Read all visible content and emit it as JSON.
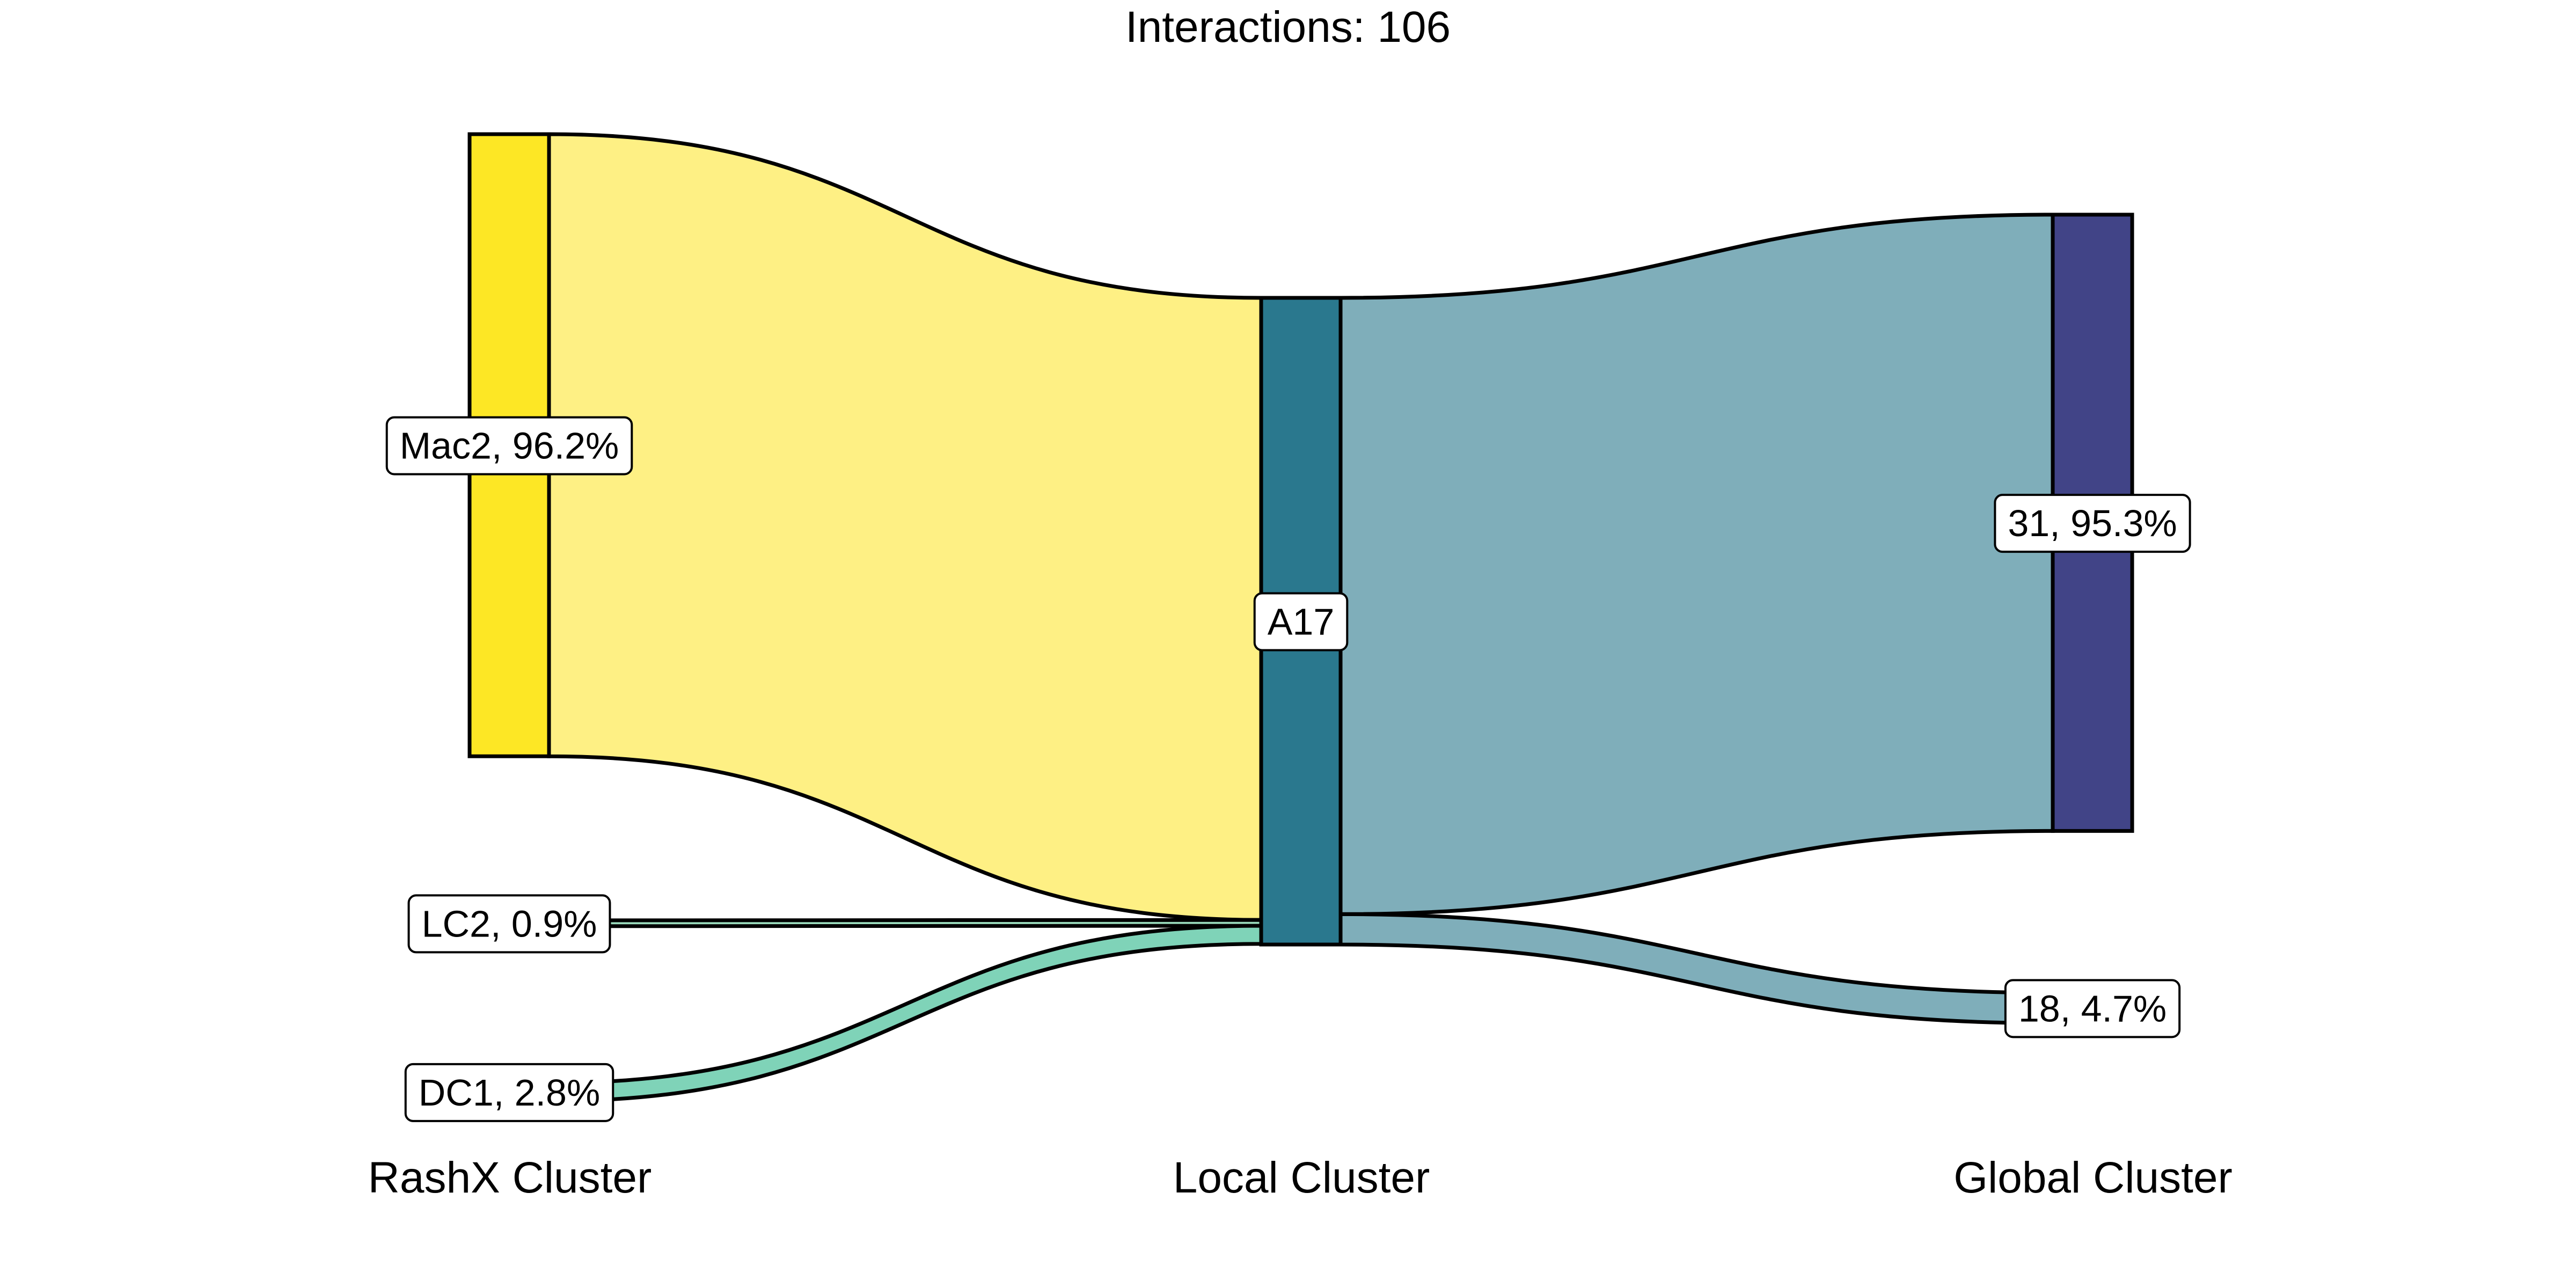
{
  "chart_data": {
    "type": "sankey",
    "title": "Interactions: 106",
    "stages": [
      "RashX Cluster",
      "Local Cluster",
      "Global Cluster"
    ],
    "nodes": [
      {
        "id": "Mac2",
        "stage": 0,
        "label": "Mac2, 96.2%",
        "percent": 96.2,
        "color": "#FDE725"
      },
      {
        "id": "LC2",
        "stage": 0,
        "label": "LC2, 0.9%",
        "percent": 0.9,
        "color": "#35B779"
      },
      {
        "id": "DC1",
        "stage": 0,
        "label": "DC1, 2.8%",
        "percent": 2.8,
        "color": "#7AD3B8"
      },
      {
        "id": "A17",
        "stage": 1,
        "label": "A17",
        "percent": 100,
        "color": "#2A788E"
      },
      {
        "id": "31",
        "stage": 2,
        "label": "31, 95.3%",
        "percent": 95.3,
        "color": "#414487"
      },
      {
        "id": "18",
        "stage": 2,
        "label": "18, 4.7%",
        "percent": 4.7,
        "color": "#414487"
      }
    ],
    "links": [
      {
        "source": "Mac2",
        "target": "A17",
        "percent": 96.2,
        "color": "#FEF084"
      },
      {
        "source": "LC2",
        "target": "A17",
        "percent": 0.9,
        "color": "#9ADBBC"
      },
      {
        "source": "DC1",
        "target": "A17",
        "percent": 2.8,
        "color": "#7FD3B8"
      },
      {
        "source": "A17",
        "target": "31",
        "percent": 95.3,
        "color": "#7FAEBA"
      },
      {
        "source": "A17",
        "target": "18",
        "percent": 4.7,
        "color": "#7FAEBA"
      }
    ]
  }
}
